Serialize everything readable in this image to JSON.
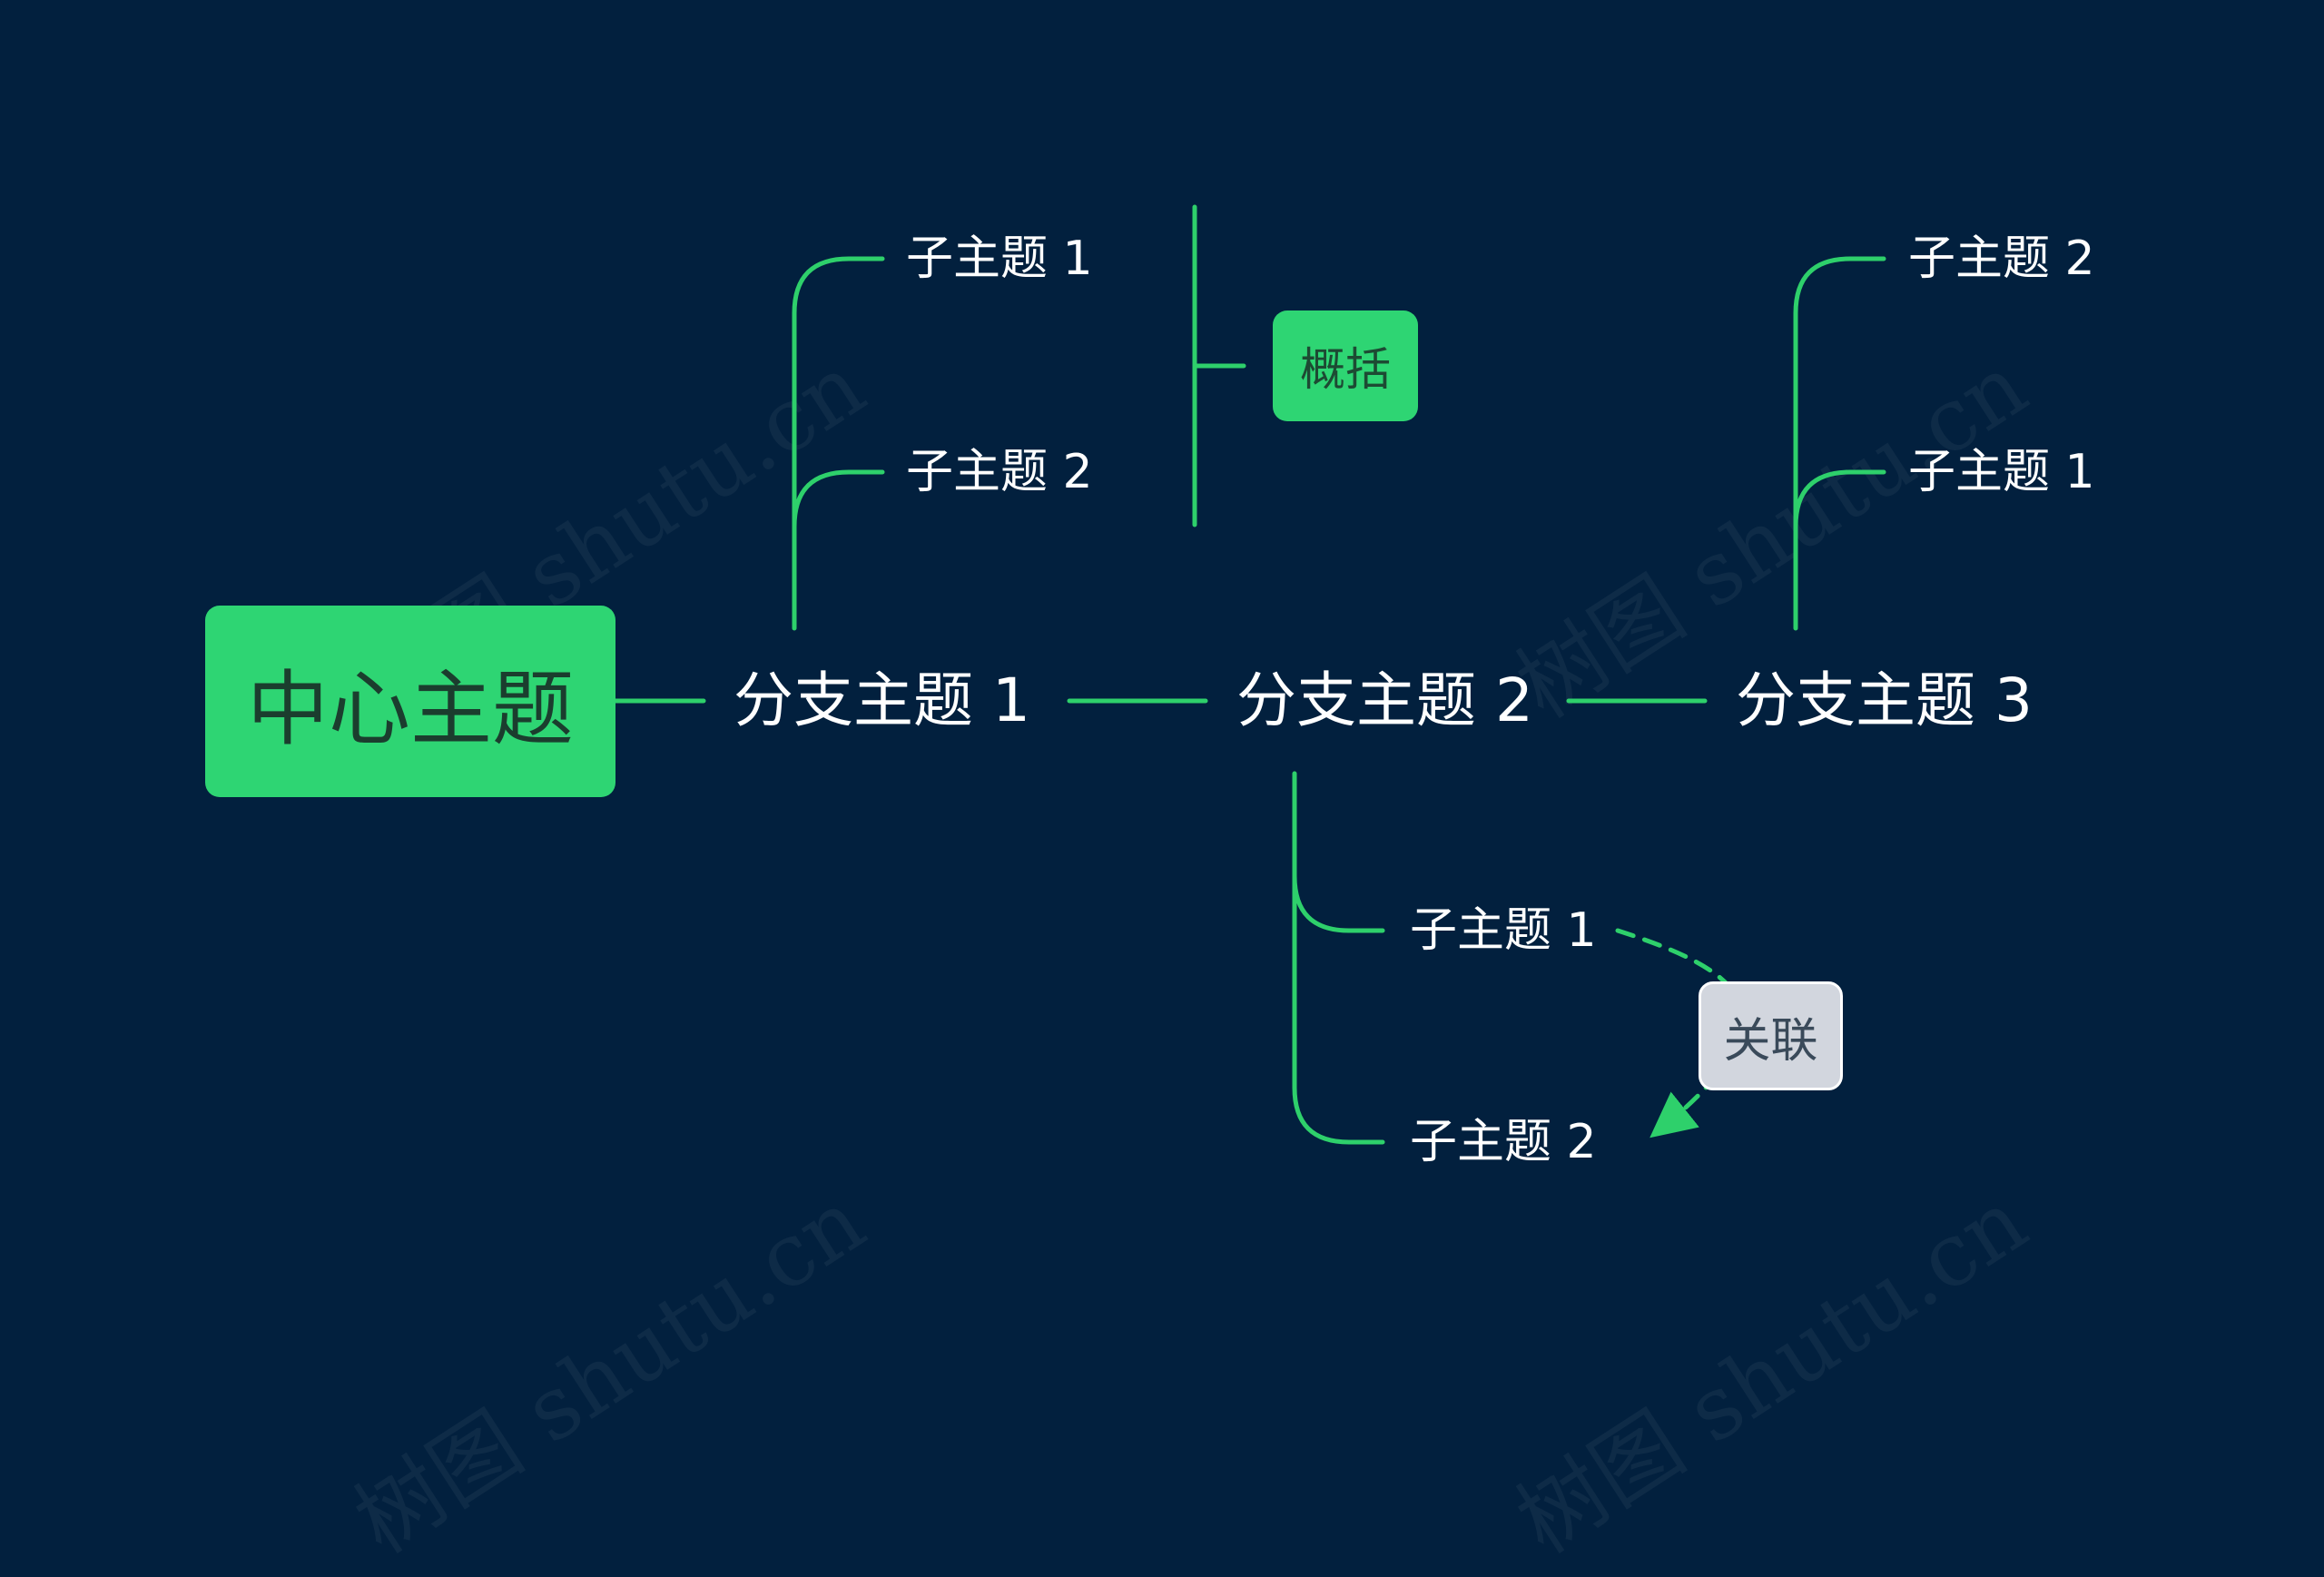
{
  "colors": {
    "background": "#02203e",
    "line": "#2ed06b",
    "node_fill": "#2ed573",
    "relation_fill": "#d2d6de",
    "text": "#ffffff"
  },
  "central_topic": "中心主题",
  "branches": [
    {
      "label": "分支主题 1",
      "subtopics": [
        "子主题 1",
        "子主题 2"
      ],
      "summary": "概括"
    },
    {
      "label": "分支主题 2",
      "subtopics": [
        "子主题 1",
        "子主题 2"
      ]
    },
    {
      "label": "分支主题 3",
      "subtopics": [
        "子主题 2",
        "子主题 1"
      ]
    }
  ],
  "relationship": {
    "label": "关联"
  },
  "watermark": "树图 shutu.cn"
}
